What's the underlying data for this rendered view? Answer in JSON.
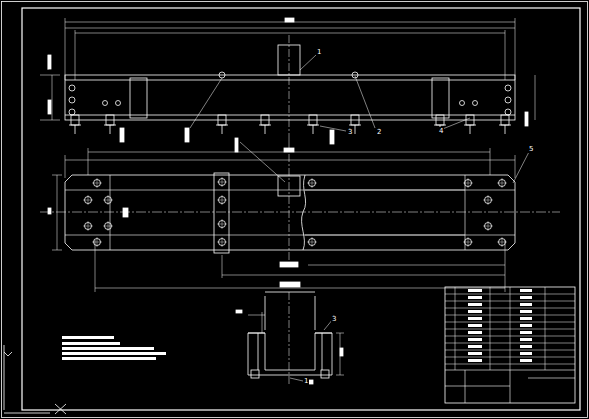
{
  "diagram": {
    "labels": [
      "1",
      "2",
      "3",
      "4",
      "5",
      "3",
      "1"
    ]
  }
}
